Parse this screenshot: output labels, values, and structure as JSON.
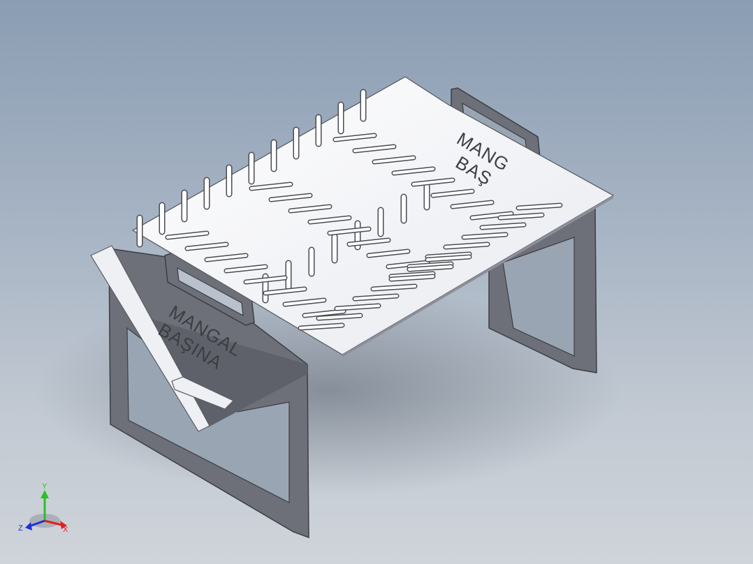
{
  "viewport": {
    "name": "3D model viewport"
  },
  "model": {
    "engraving": {
      "front_line1": "MANGAL",
      "front_line2": "BAŞINA",
      "back_line1": "MANG",
      "back_line2": "BAŞ"
    }
  },
  "triad": {
    "x_label": "X",
    "y_label": "Y",
    "z_label": "Z",
    "colors": {
      "x": "#e02020",
      "y": "#28c028",
      "z": "#2030d0"
    }
  },
  "colors": {
    "panel": "#6d7078",
    "panel_edge": "#3c3e44",
    "plate": "#f4f5f8",
    "slot": "#4a4c52"
  }
}
